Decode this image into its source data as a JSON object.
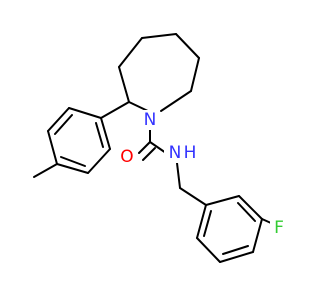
{
  "molecule": {
    "atoms": {
      "n_ring": {
        "symbol": "N",
        "color": "#3333ff"
      },
      "o_carbonyl": {
        "symbol": "O",
        "color": "#ff0000"
      },
      "n_amide": {
        "symbol": "N",
        "color": "#3333ff"
      },
      "h_amide": {
        "symbol": "H",
        "color": "#3333ff"
      },
      "f": {
        "symbol": "F",
        "color": "#33cc33"
      }
    },
    "bond_color": "#000000"
  }
}
